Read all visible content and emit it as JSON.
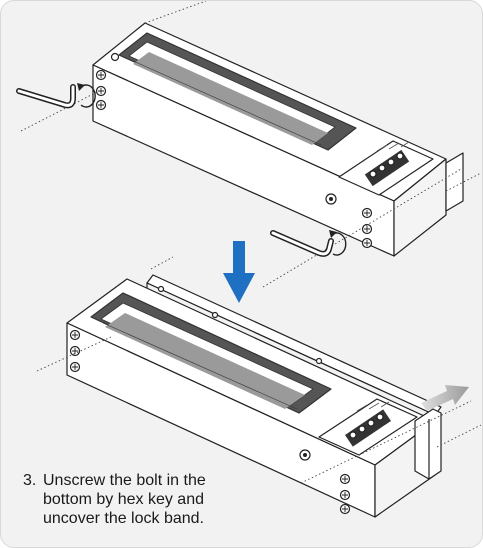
{
  "step": {
    "number": "3.",
    "lines": [
      "Unscrew the bolt in the",
      "bottom by hex key and",
      "uncover the lock band."
    ]
  },
  "colors": {
    "panel_background": "#f2f2f2",
    "arrow_down": "#1f6fc2",
    "arrow_slide": "#a9a9a9",
    "magnet_face": "#555555",
    "line": "#222222"
  },
  "icons": [
    "hex-key-icon",
    "rotation-arrow-icon",
    "down-arrow-icon",
    "slide-arrow-icon",
    "screw-icon"
  ]
}
